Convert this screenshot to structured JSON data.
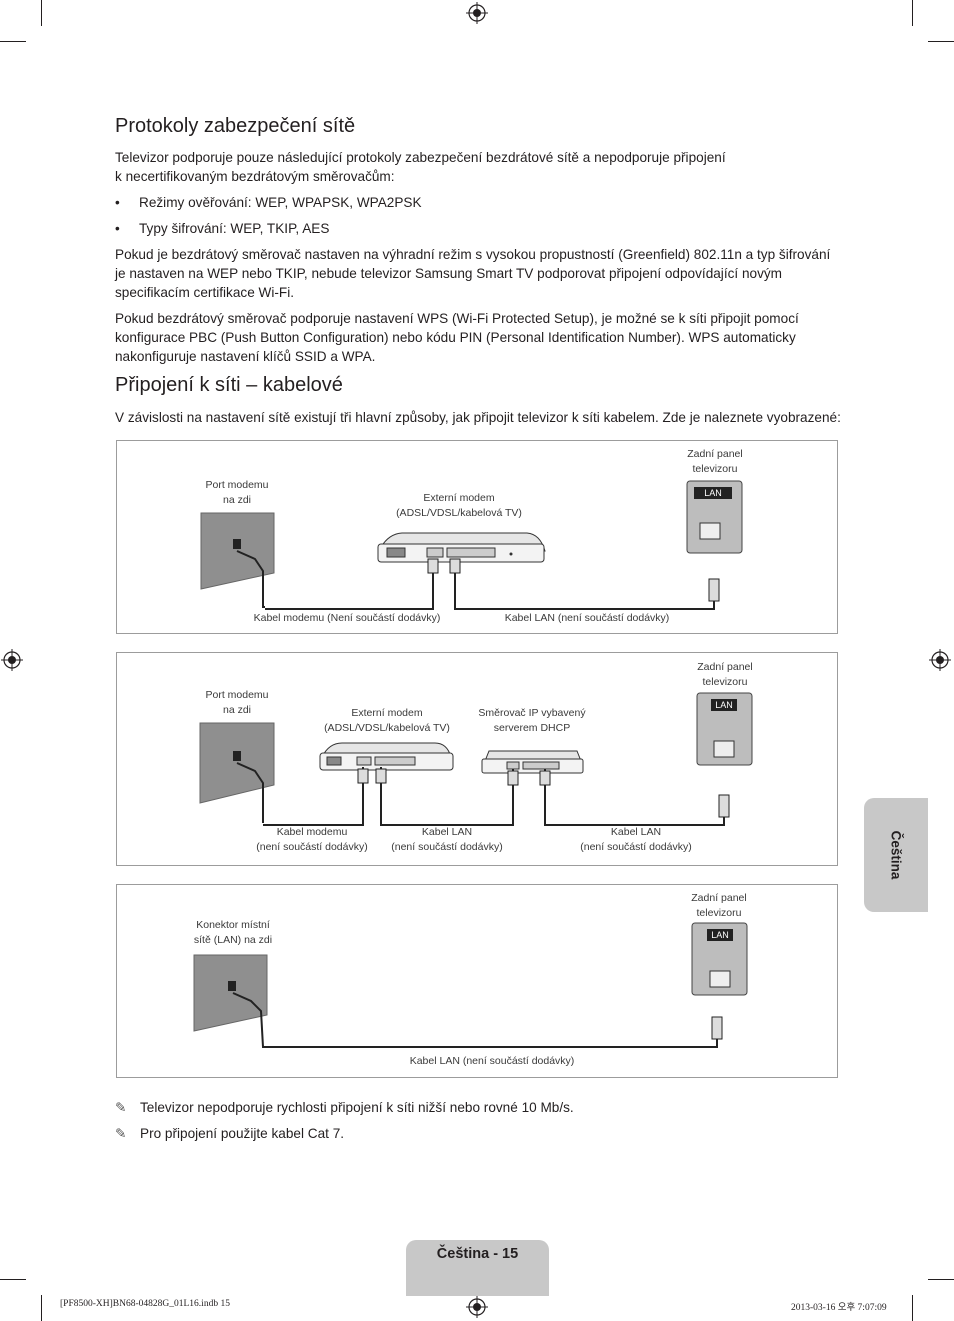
{
  "sections": {
    "security": {
      "title": "Protokoly zabezpečení sítě",
      "intro_line1": "Televizor podporuje pouze následující protokoly zabezpečení bezdrátové sítě a nepodporuje připojení",
      "intro_line2": "k necertifikovaným bezdrátovým směrovačům:",
      "bullets": [
        "Režimy ověřování: WEP, WPAPSK, WPA2PSK",
        "Typy šifrování: WEP, TKIP, AES"
      ],
      "bullet_mark": "•",
      "para1": "Pokud je bezdrátový směrovač nastaven na výhradní režim s vysokou propustností (Greenfield) 802.11n a typ šifrování je nastaven na WEP nebo TKIP, nebude televizor Samsung Smart TV podporovat připojení odpovídající novým specifikacím certifikace Wi-Fi.",
      "para2": "Pokud bezdrátový směrovač podporuje nastavení WPS (Wi-Fi Protected Setup), je možné se k síti připojit pomocí konfigurace PBC (Push Button Configuration) nebo kódu PIN (Personal Identification Number). WPS automaticky nakonfiguruje nastavení klíčů SSID a WPA."
    },
    "wired": {
      "title": "Připojení k síti – kabelové",
      "intro": "V závislosti na nastavení sítě existují tři hlavní způsoby, jak připojit televizor k síti kabelem. Zde je naleznete vyobrazené:"
    }
  },
  "diagram1": {
    "wall_port": "Port modemu\nna zdi",
    "modem": "Externí modem\n(ADSL/VDSL/kabelová TV)",
    "tv_panel": "Zadní panel\ntelevizoru",
    "lan_badge": "LAN",
    "cable_modem": "Kabel modemu (Není součástí dodávky)",
    "cable_lan": "Kabel LAN (není součástí dodávky)"
  },
  "diagram2": {
    "wall_port": "Port modemu\nna zdi",
    "modem": "Externí modem\n(ADSL/VDSL/kabelová TV)",
    "router": "Směrovač IP vybavený\nserverem DHCP",
    "tv_panel": "Zadní panel\ntelevizoru",
    "lan_badge": "LAN",
    "cable_modem": "Kabel modemu\n(není součástí dodávky)",
    "cable_lan1": "Kabel LAN\n(není součástí dodávky)",
    "cable_lan2": "Kabel LAN\n(není součástí dodávky)"
  },
  "diagram3": {
    "wall_port": "Konektor místní\nsítě (LAN) na zdi",
    "tv_panel": "Zadní panel\ntelevizoru",
    "lan_badge": "LAN",
    "cable_lan": "Kabel LAN (není součástí dodávky)"
  },
  "notes": {
    "mark": "✎",
    "items": [
      "Televizor nepodporuje rychlosti připojení k síti nižší nebo rovné 10 Mb/s.",
      "Pro připojení použijte kabel Cat 7."
    ]
  },
  "side_tab": "Čeština",
  "page_footer": "Čeština - 15",
  "slug_left": "[PF8500-XH]BN68-04828G_01L16.indb   15",
  "slug_right": "2013-03-16   오후 7:07:09"
}
